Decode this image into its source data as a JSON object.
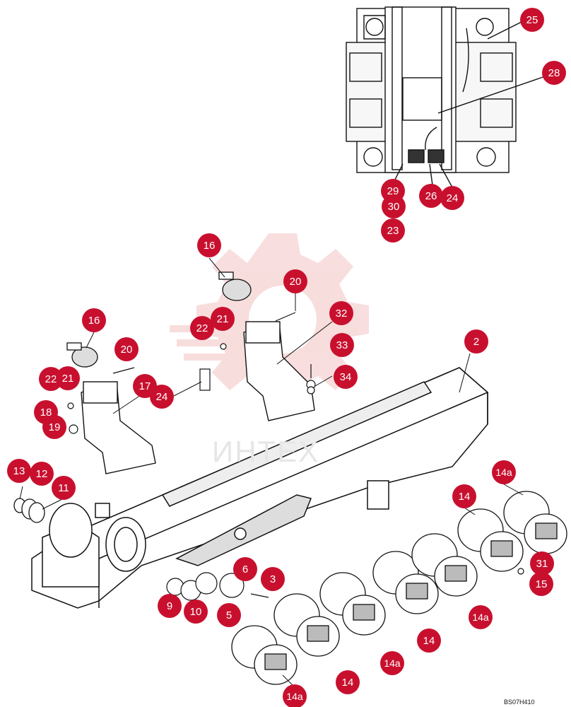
{
  "document_id": "BS07H410",
  "watermark_text": "ИНТЕХ",
  "colors": {
    "callout": "#c8102e",
    "line": "#111111",
    "watermark": "#f3c2c2"
  },
  "callouts": [
    {
      "id": "c25",
      "label": "25"
    },
    {
      "id": "c28",
      "label": "28"
    },
    {
      "id": "c29",
      "label": "29"
    },
    {
      "id": "c26",
      "label": "26"
    },
    {
      "id": "c24a",
      "label": "24"
    },
    {
      "id": "c30",
      "label": "30"
    },
    {
      "id": "c23",
      "label": "23"
    },
    {
      "id": "c16a",
      "label": "16"
    },
    {
      "id": "c20a",
      "label": "20"
    },
    {
      "id": "c21a",
      "label": "21"
    },
    {
      "id": "c22a",
      "label": "22"
    },
    {
      "id": "c32",
      "label": "32"
    },
    {
      "id": "c16b",
      "label": "16"
    },
    {
      "id": "c20b",
      "label": "20"
    },
    {
      "id": "c33",
      "label": "33"
    },
    {
      "id": "c2",
      "label": "2"
    },
    {
      "id": "c22b",
      "label": "22"
    },
    {
      "id": "c21b",
      "label": "21"
    },
    {
      "id": "c17",
      "label": "17"
    },
    {
      "id": "c24b",
      "label": "24"
    },
    {
      "id": "c34",
      "label": "34"
    },
    {
      "id": "c18",
      "label": "18"
    },
    {
      "id": "c19",
      "label": "19"
    },
    {
      "id": "c13",
      "label": "13"
    },
    {
      "id": "c12",
      "label": "12"
    },
    {
      "id": "c11",
      "label": "11"
    },
    {
      "id": "c14a1",
      "label": "14a"
    },
    {
      "id": "c14_1",
      "label": "14"
    },
    {
      "id": "c31",
      "label": "31"
    },
    {
      "id": "c15",
      "label": "15"
    },
    {
      "id": "c6",
      "label": "6"
    },
    {
      "id": "c3",
      "label": "3"
    },
    {
      "id": "c9",
      "label": "9"
    },
    {
      "id": "c10",
      "label": "10"
    },
    {
      "id": "c5",
      "label": "5"
    },
    {
      "id": "c14a2",
      "label": "14a"
    },
    {
      "id": "c14_2",
      "label": "14"
    },
    {
      "id": "c14a3",
      "label": "14a"
    },
    {
      "id": "c14_3",
      "label": "14"
    },
    {
      "id": "c14a4",
      "label": "14a"
    }
  ]
}
